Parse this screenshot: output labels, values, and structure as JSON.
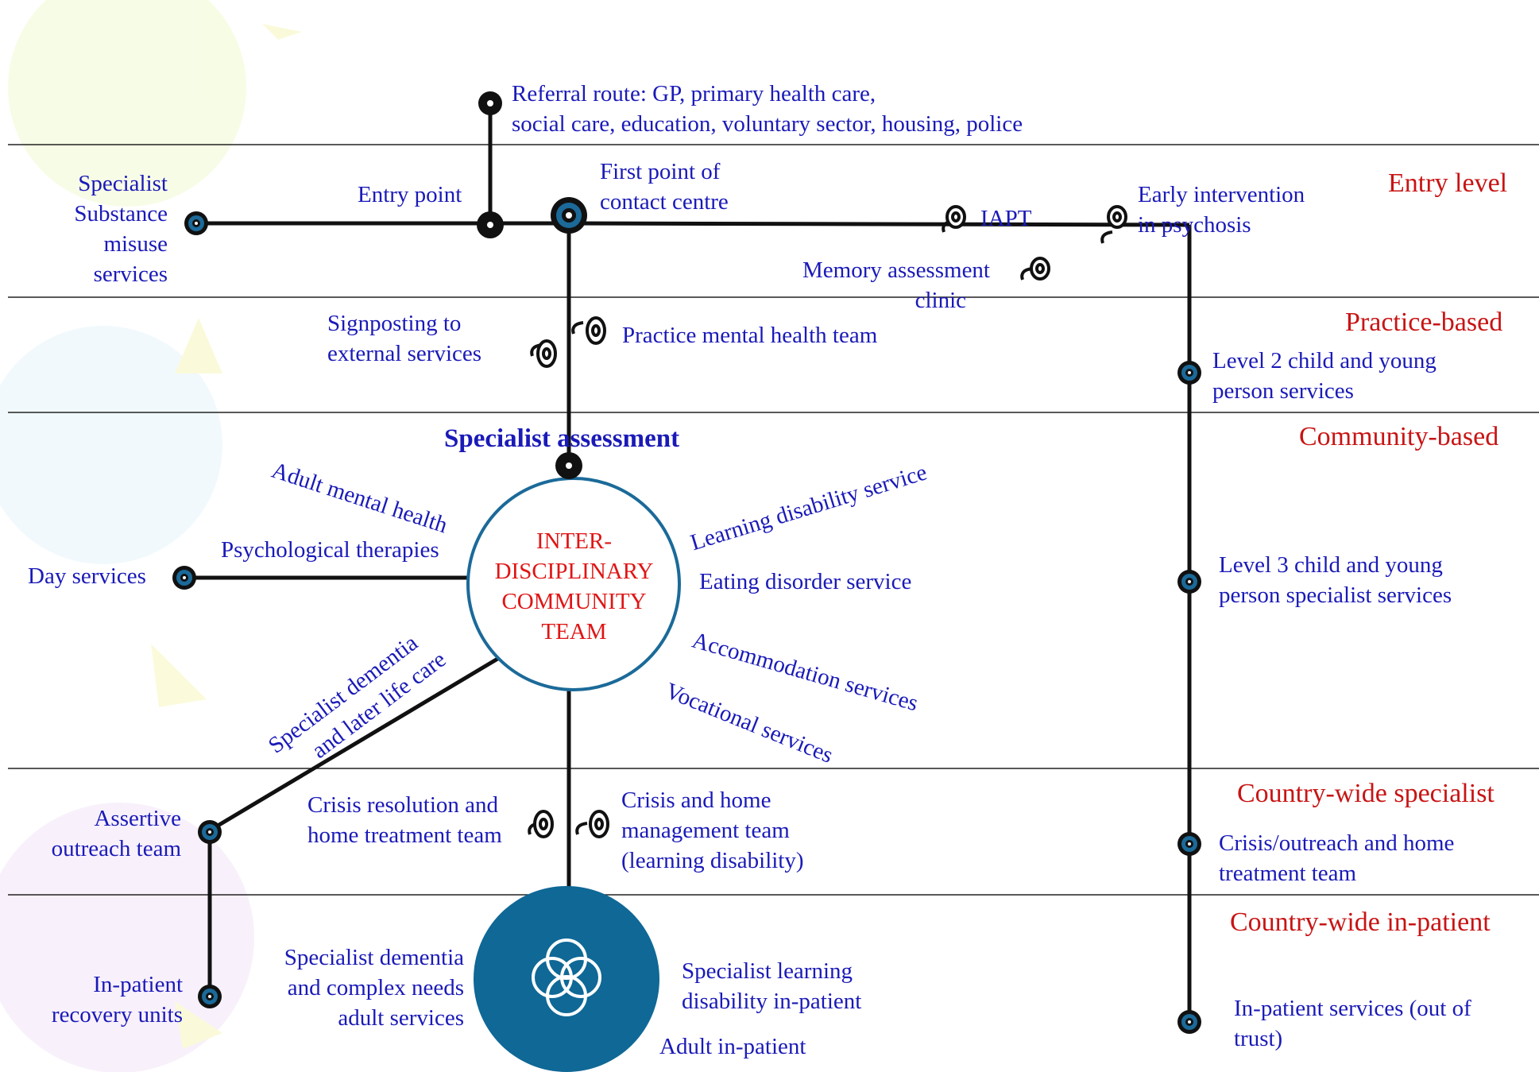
{
  "levels": [
    {
      "label": "Entry level"
    },
    {
      "label": "Practice-based"
    },
    {
      "label": "Community-based"
    },
    {
      "label": "Country-wide specialist"
    },
    {
      "label": "Country-wide in-patient"
    }
  ],
  "stations": {
    "referral": [
      "Referral route: GP, primary health care,",
      "social care, education, voluntary sector, housing, police"
    ],
    "entry_point": "Entry point",
    "substance": [
      "Specialist",
      "Substance",
      "misuse",
      "services"
    ],
    "first_point": [
      "First point of",
      "contact centre"
    ],
    "iapt": "IAPT",
    "early_intervention": [
      "Early intervention",
      "in psychosis"
    ],
    "memory": [
      "Memory assessment",
      "clinic"
    ],
    "signposting": [
      "Signposting to",
      "external services"
    ],
    "practice_team": "Practice mental health team",
    "level2": [
      "Level 2 child and young",
      "person services"
    ],
    "specialist_assessment": "Specialist  assessment",
    "hub": [
      "INTER-",
      "DISCIPLINARY",
      "COMMUNITY",
      "TEAM"
    ],
    "adult_mh": "Adult mental health",
    "psych": "Psychological therapies",
    "day_services": "Day services",
    "learning": "Learning disability service",
    "eating": "Eating disorder service",
    "accommodation": "Accommodation services",
    "vocational": "Vocational services",
    "dementia": [
      "Specialist dementia",
      "and later life care"
    ],
    "level3": [
      "Level 3 child and young",
      "person specialist services"
    ],
    "assertive": [
      "Assertive",
      "outreach team"
    ],
    "crisis_resolution": [
      "Crisis resolution and",
      "home treatment team"
    ],
    "crisis_home": [
      "Crisis and home",
      "management team",
      "(learning disability)"
    ],
    "crisis_outreach": [
      "Crisis/outreach and home",
      "treatment team"
    ],
    "recovery": [
      "In-patient",
      "recovery units"
    ],
    "dementia_complex": [
      "Specialist dementia",
      "and complex needs",
      "adult services"
    ],
    "specialist_ld": [
      "Specialist learning",
      "disability in-patient"
    ],
    "adult_inpatient": "Adult in-patient",
    "inpatient_out": [
      "In-patient services (out of",
      "trust)"
    ]
  },
  "colors": {
    "station_label": "#1a1ab8",
    "level_label": "#c81414",
    "hub_text": "#e01515",
    "ring": "#1b6a99",
    "hub_fill": "#0f6896",
    "line": "#111111"
  }
}
